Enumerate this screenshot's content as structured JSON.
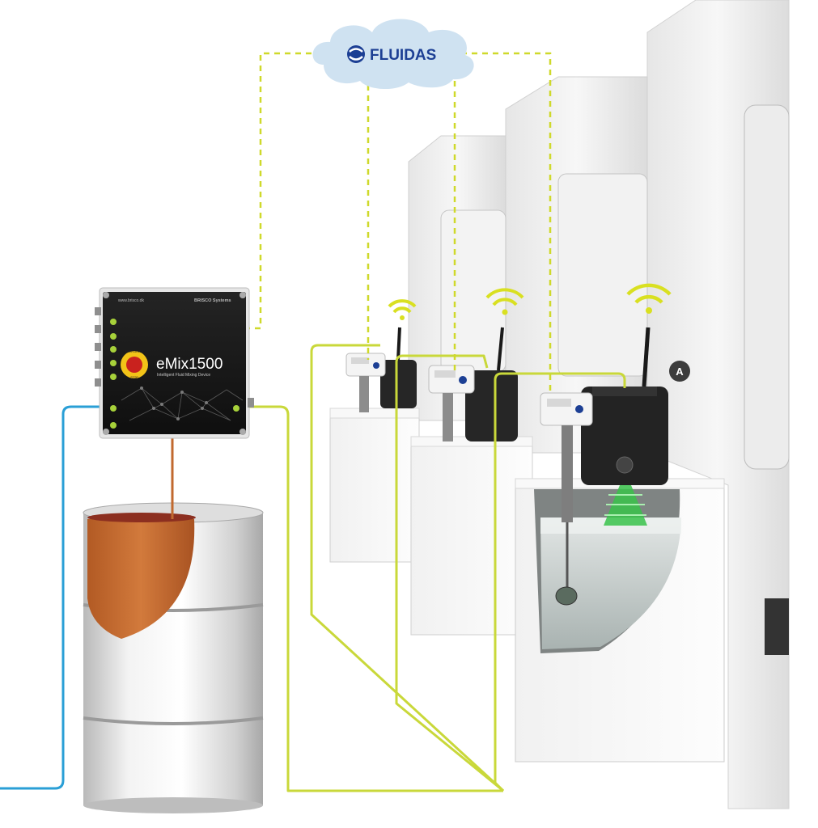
{
  "cloud": {
    "brand": "FLUIDAS",
    "icon": "fluidas-logo-icon"
  },
  "controller": {
    "model": "eMix1500",
    "subtitle": "Intelligent Fluid Mixing Device",
    "maker": "BRISCO Systems",
    "website": "www.brisco.dk",
    "estop_label_top": "EMERGENCY",
    "estop_label_bottom": "STOP"
  },
  "marker": {
    "label": "A"
  },
  "colors": {
    "data_line": "#cfd92b",
    "fluid_line": "#c9d83a",
    "water_line": "#2a9fd6",
    "cloud": "#cfe2f1",
    "brand_blue": "#1c3f94",
    "concentrate": "#c1692f",
    "radar_green": "#38c24a",
    "wifi": "#d9e021"
  }
}
